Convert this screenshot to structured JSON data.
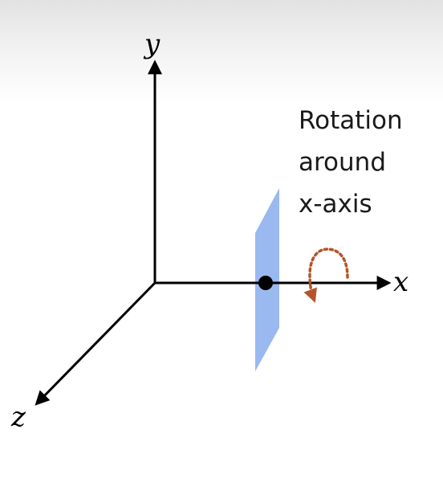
{
  "diagram": {
    "axes": {
      "y_label": "y",
      "x_label": "x",
      "z_label": "z"
    },
    "caption_lines": [
      "Rotation",
      "around",
      "x-axis"
    ],
    "colors": {
      "axis": "#000000",
      "plane": "#8fb1ee",
      "rotation_arrow": "#b5542a",
      "point": "#000000"
    }
  }
}
